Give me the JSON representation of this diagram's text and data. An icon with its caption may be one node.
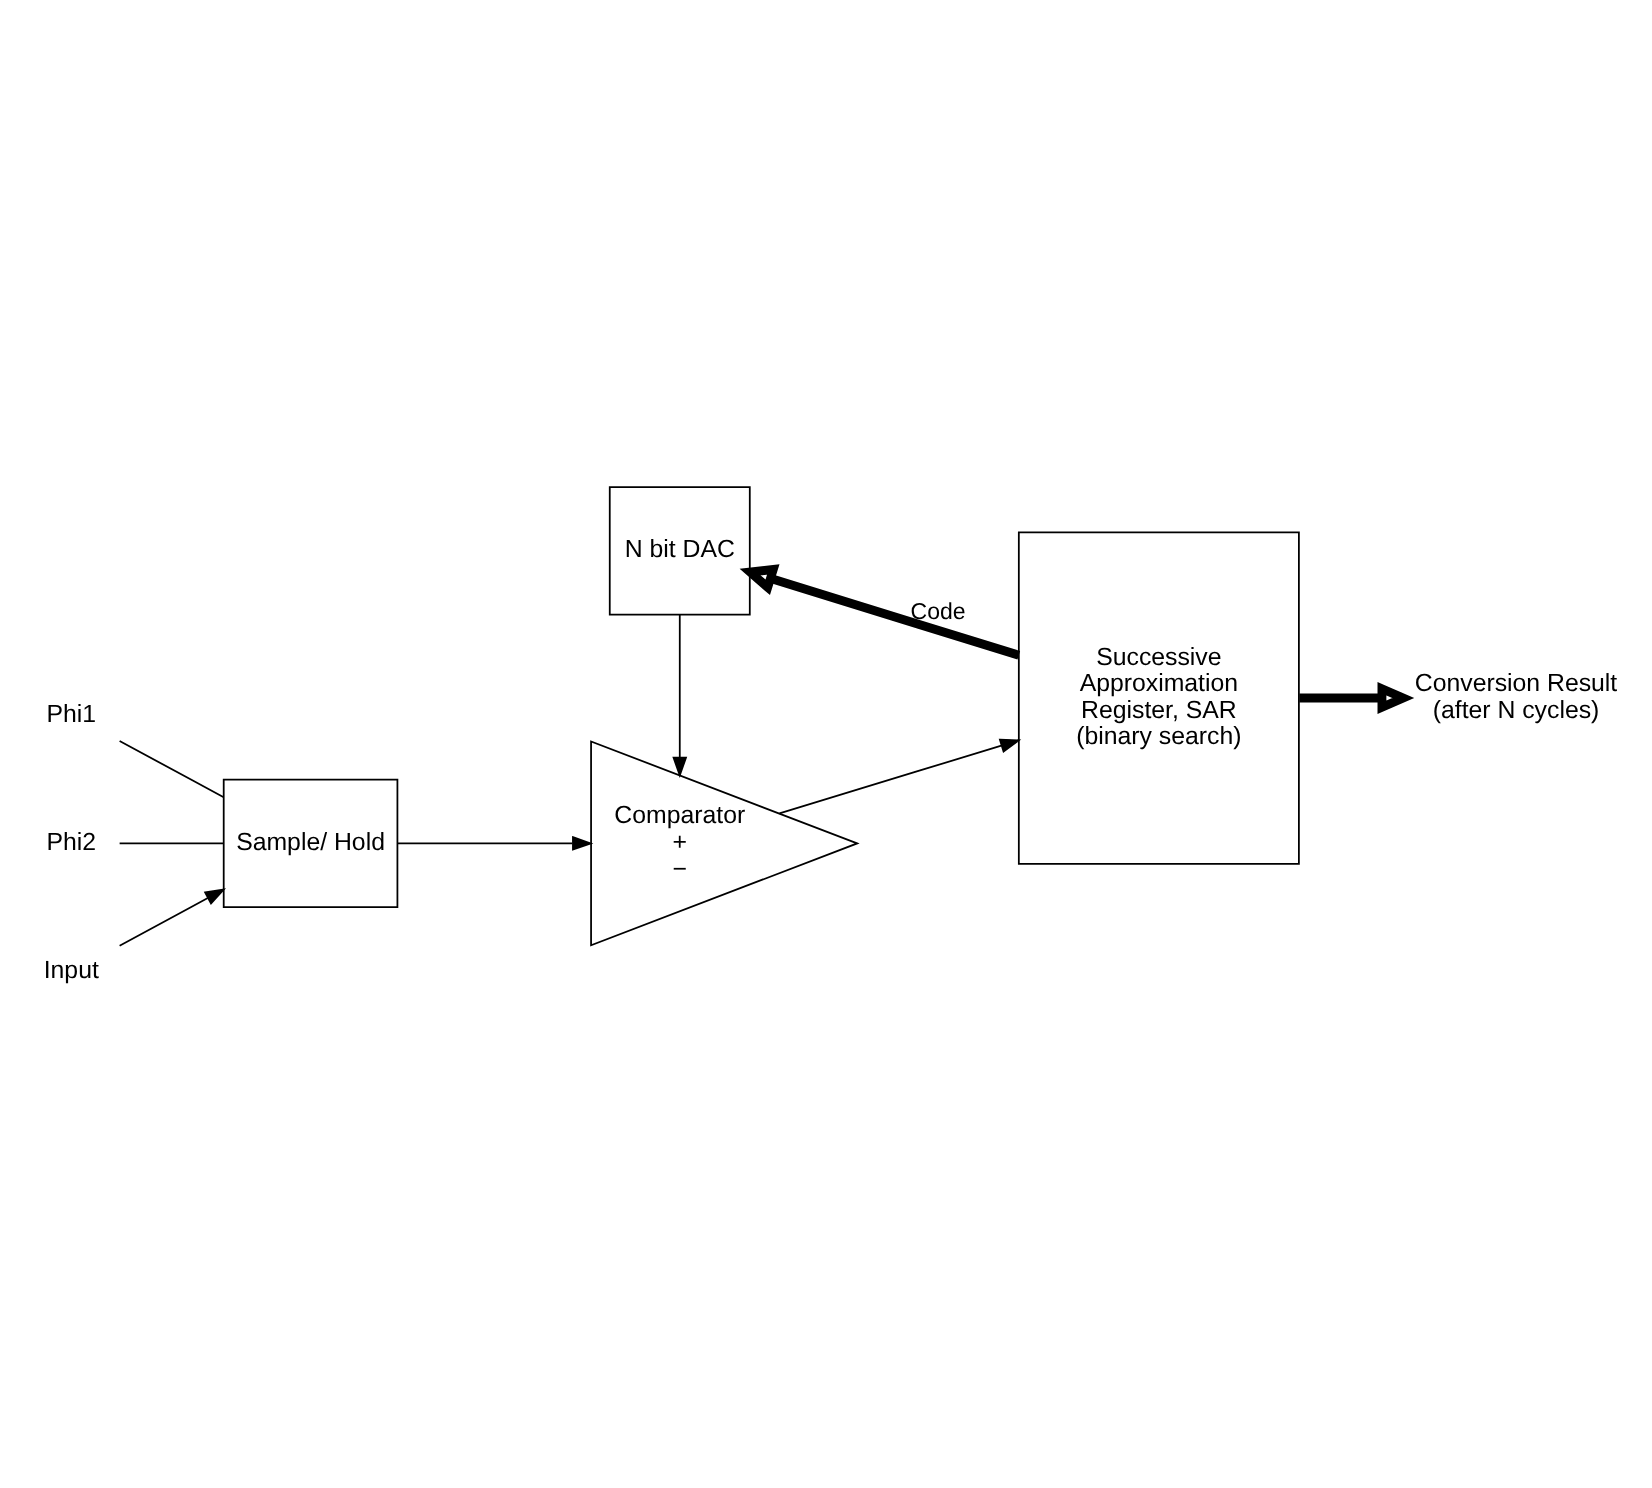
{
  "diagram": {
    "nodes": [
      {
        "text": [
          "Phi1"
        ]
      },
      {
        "text": [
          "Phi2"
        ]
      },
      {
        "text": [
          "Input"
        ]
      },
      {
        "text": [
          "Sample/ Hold"
        ]
      },
      {
        "text": [
          "Comparator",
          "+",
          "−"
        ]
      },
      {
        "text": [
          "Successive Approximation Register, SAR (binary search)"
        ]
      },
      {
        "text": [
          "N bit DAC"
        ]
      },
      {
        "text": [
          "Conversion Result (after N cycles)"
        ]
      }
    ],
    "edges": [
      {
        "from": 0,
        "to": 3,
        "arrow": "none"
      },
      {
        "from": 1,
        "to": 3,
        "arrow": "none"
      },
      {
        "from": 2,
        "to": 3,
        "arrow": "to"
      },
      {
        "from": 3,
        "to": 4,
        "arrow": "to"
      },
      {
        "from": 6,
        "to": 4,
        "arrow": "to"
      },
      {
        "from": 4,
        "to": 5,
        "arrow": "to"
      },
      {
        "from": 5,
        "to": 6,
        "arrow": "to",
        "label": "Code",
        "style": "thick"
      },
      {
        "from": 5,
        "to": 7,
        "arrow": "to",
        "style": "thick"
      }
    ]
  }
}
